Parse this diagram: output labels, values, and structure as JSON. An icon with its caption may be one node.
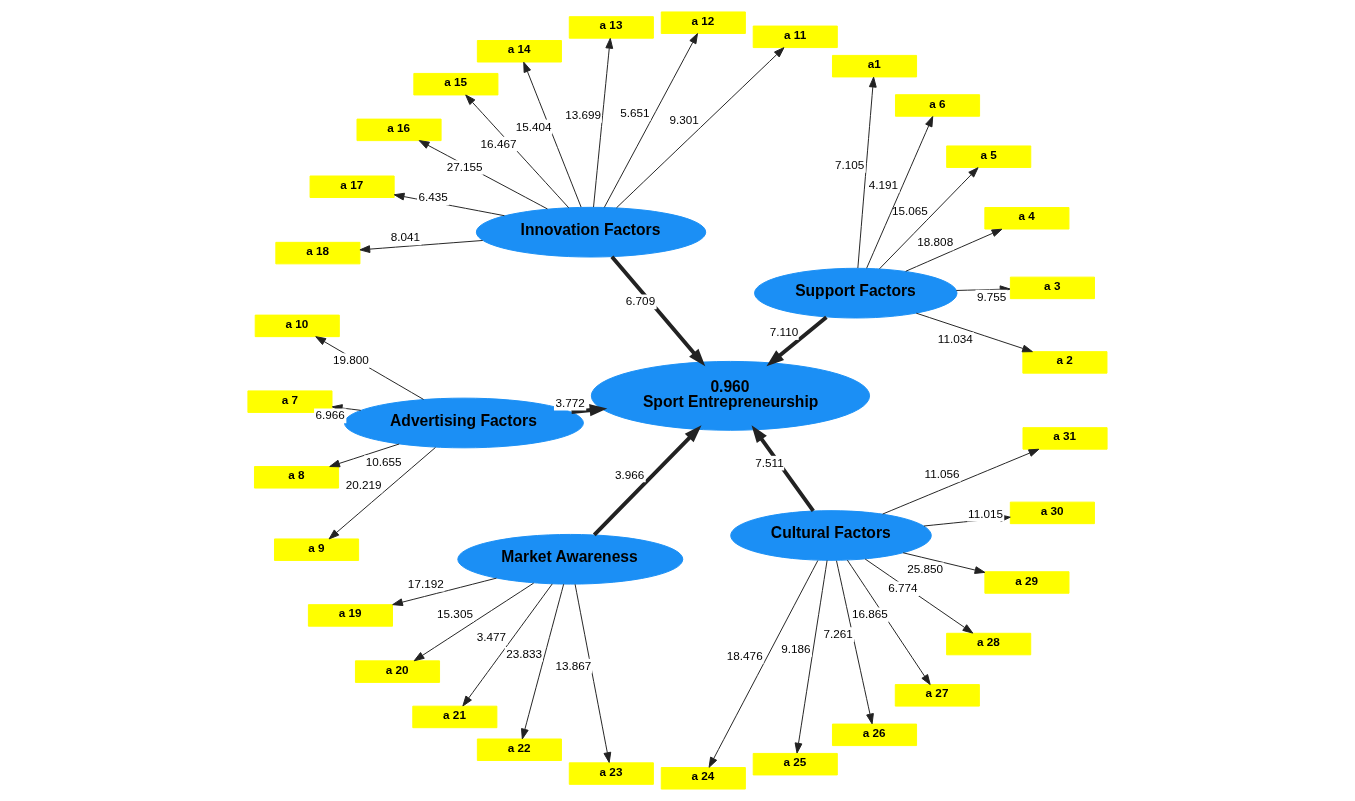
{
  "diagram": {
    "nodes": [
      {
        "text": [
          "a 2"
        ]
      },
      {
        "text": [
          "a 3"
        ]
      },
      {
        "text": [
          "a 4"
        ]
      },
      {
        "text": [
          "a 5"
        ]
      },
      {
        "text": [
          "a 6"
        ]
      },
      {
        "text": [
          "a1"
        ]
      },
      {
        "text": [
          "Support Factors"
        ]
      },
      {
        "text": [
          "a 11"
        ]
      },
      {
        "text": [
          "a 12"
        ]
      },
      {
        "text": [
          "a 13"
        ]
      },
      {
        "text": [
          "a 14"
        ]
      },
      {
        "text": [
          "a 15"
        ]
      },
      {
        "text": [
          "a 16"
        ]
      },
      {
        "text": [
          "a 17"
        ]
      },
      {
        "text": [
          "a 18"
        ]
      },
      {
        "text": [
          "Innovation Factors"
        ]
      },
      {
        "text": [
          "a 10"
        ]
      },
      {
        "text": [
          "a 7"
        ]
      },
      {
        "text": [
          "a 8"
        ]
      },
      {
        "text": [
          "a 9"
        ]
      },
      {
        "text": [
          "Advertising Factors"
        ]
      },
      {
        "text": [
          "0.960",
          "Sport Entrepreneurship"
        ]
      },
      {
        "text": [
          "a 24"
        ]
      },
      {
        "text": [
          "a 25"
        ]
      },
      {
        "text": [
          "a 26"
        ]
      },
      {
        "text": [
          "a 27"
        ]
      },
      {
        "text": [
          "a 28"
        ]
      },
      {
        "text": [
          "a 29"
        ]
      },
      {
        "text": [
          "a 30"
        ]
      },
      {
        "text": [
          "a 31"
        ]
      },
      {
        "text": [
          "Market Awareness"
        ]
      },
      {
        "text": [
          "Cultural Factors"
        ]
      },
      {
        "text": [
          "a 19"
        ]
      },
      {
        "text": [
          "a 20"
        ]
      },
      {
        "text": [
          "a 21"
        ]
      },
      {
        "text": [
          "a 22"
        ]
      },
      {
        "text": [
          "a 23"
        ]
      }
    ],
    "edges": [
      {
        "from": 6,
        "to": 0,
        "arrow": "to",
        "label": "11.034"
      },
      {
        "from": 6,
        "to": 1,
        "arrow": "to",
        "label": "9.755"
      },
      {
        "from": 6,
        "to": 2,
        "arrow": "to",
        "label": "18.808"
      },
      {
        "from": 6,
        "to": 3,
        "arrow": "to",
        "label": "15.065"
      },
      {
        "from": 6,
        "to": 4,
        "arrow": "to",
        "label": "4.191"
      },
      {
        "from": 6,
        "to": 5,
        "arrow": "to",
        "label": "7.105"
      },
      {
        "from": 15,
        "to": 7,
        "arrow": "to",
        "label": "9.301"
      },
      {
        "from": 15,
        "to": 8,
        "arrow": "to",
        "label": "5.651"
      },
      {
        "from": 15,
        "to": 9,
        "arrow": "to",
        "label": "13.699"
      },
      {
        "from": 15,
        "to": 10,
        "arrow": "to",
        "label": "15.404"
      },
      {
        "from": 15,
        "to": 11,
        "arrow": "to",
        "label": "16.467"
      },
      {
        "from": 15,
        "to": 12,
        "arrow": "to",
        "label": "27.155"
      },
      {
        "from": 15,
        "to": 13,
        "arrow": "to",
        "label": "6.435"
      },
      {
        "from": 15,
        "to": 14,
        "arrow": "to",
        "label": "8.041"
      },
      {
        "from": 20,
        "to": 16,
        "arrow": "to",
        "label": "19.800"
      },
      {
        "from": 20,
        "to": 17,
        "arrow": "to",
        "label": "6.966"
      },
      {
        "from": 20,
        "to": 18,
        "arrow": "to",
        "label": "10.655"
      },
      {
        "from": 20,
        "to": 19,
        "arrow": "to",
        "label": "20.219"
      },
      {
        "from": 6,
        "to": 21,
        "arrow": "to",
        "label": "7.110",
        "style": "thick"
      },
      {
        "from": 15,
        "to": 21,
        "arrow": "to",
        "label": "6.709",
        "style": "thick"
      },
      {
        "from": 20,
        "to": 21,
        "arrow": "to",
        "label": "3.772",
        "style": "thick"
      },
      {
        "from": 30,
        "to": 21,
        "arrow": "to",
        "label": "3.966",
        "style": "thick"
      },
      {
        "from": 31,
        "to": 21,
        "arrow": "to",
        "label": "7.511",
        "style": "thick"
      },
      {
        "from": 31,
        "to": 22,
        "arrow": "to",
        "label": "18.476"
      },
      {
        "from": 31,
        "to": 23,
        "arrow": "to",
        "label": "9.186"
      },
      {
        "from": 31,
        "to": 24,
        "arrow": "to",
        "label": "7.261"
      },
      {
        "from": 31,
        "to": 25,
        "arrow": "to",
        "label": "16.865"
      },
      {
        "from": 31,
        "to": 26,
        "arrow": "to",
        "label": "6.774"
      },
      {
        "from": 31,
        "to": 27,
        "arrow": "to",
        "label": "25.850"
      },
      {
        "from": 31,
        "to": 28,
        "arrow": "to",
        "label": "11.015"
      },
      {
        "from": 31,
        "to": 29,
        "arrow": "to",
        "label": "11.056"
      },
      {
        "from": 30,
        "to": 32,
        "arrow": "to",
        "label": "17.192"
      },
      {
        "from": 30,
        "to": 33,
        "arrow": "to",
        "label": "15.305"
      },
      {
        "from": 30,
        "to": 34,
        "arrow": "to",
        "label": "3.477"
      },
      {
        "from": 30,
        "to": 35,
        "arrow": "to",
        "label": "23.833"
      },
      {
        "from": 30,
        "to": 36,
        "arrow": "to",
        "label": "13.867"
      }
    ]
  }
}
